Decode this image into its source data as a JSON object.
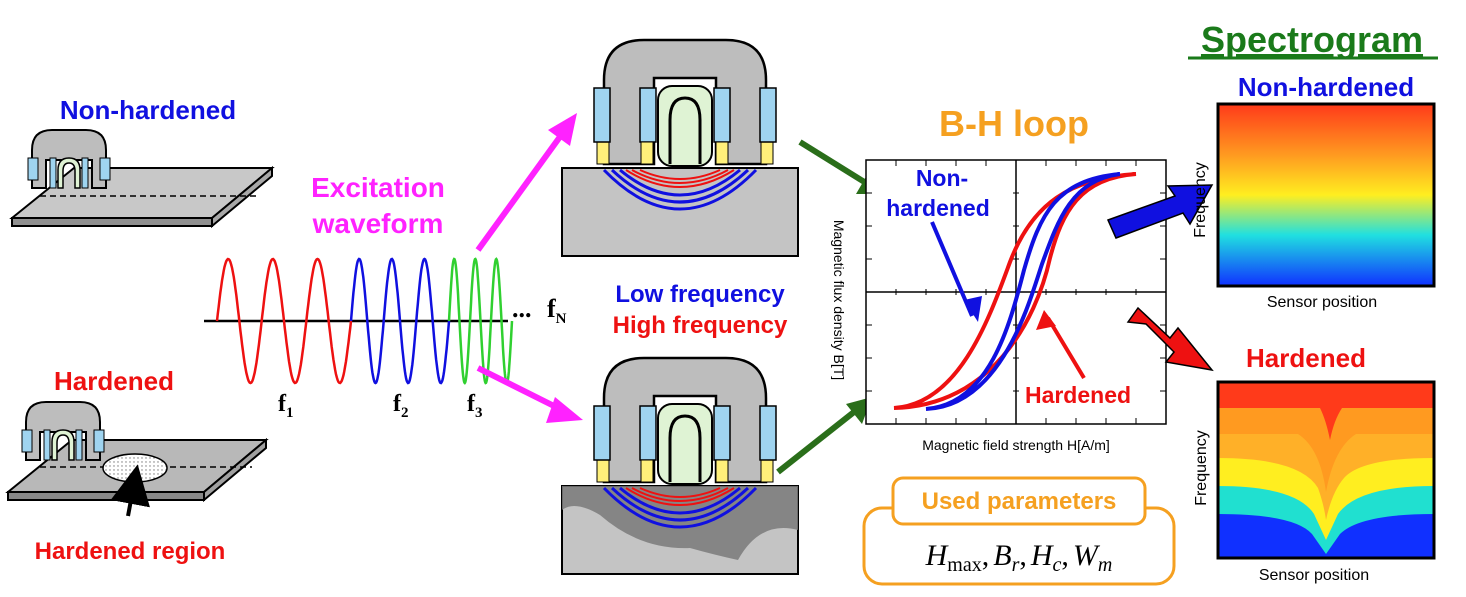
{
  "colors": {
    "blue": "#1010e0",
    "red": "#ee1111",
    "magenta": "#ff22ff",
    "orange": "#f5a020",
    "green": "#1a7a1a",
    "dark_green": "#2a6e1a",
    "steel_gray": "#c4c4c4",
    "coil_blue": "#9fd4f0",
    "pole_green": "#dff3d4",
    "yoke_yellow": "#fff07a"
  },
  "left": {
    "non_hardened_label": "Non-hardened",
    "hardened_label": "Hardened",
    "hardened_region_label": "Hardened region"
  },
  "excitation": {
    "title_line1": "Excitation",
    "title_line2": "waveform",
    "dots": "...",
    "fN_base": "f",
    "fN_sub": "N",
    "f1_base": "f",
    "f1_sub": "1",
    "f2_base": "f",
    "f2_sub": "2",
    "f3_base": "f",
    "f3_sub": "3",
    "low_frequency": "Low frequency",
    "high_frequency": "High frequency"
  },
  "bh_loop": {
    "title": "B-H loop",
    "xlabel": "Magnetic field strength H[A/m]",
    "ylabel": "Magnetic flux density B[T]",
    "non_hardened_line1": "Non-",
    "non_hardened_line2": "hardened",
    "hardened_label": "Hardened"
  },
  "parameters": {
    "title": "Used parameters",
    "H": "H",
    "H_sub": "max",
    "B": "B",
    "B_sub": "r",
    "Hc": "H",
    "Hc_sub": "c",
    "W": "W",
    "W_sub": "m",
    "comma": ","
  },
  "spectrogram": {
    "title": "Spectrogram",
    "non_hardened_label": "Non-hardened",
    "hardened_label": "Hardened",
    "ylabel": "Frequency",
    "xlabel": "Sensor position"
  }
}
